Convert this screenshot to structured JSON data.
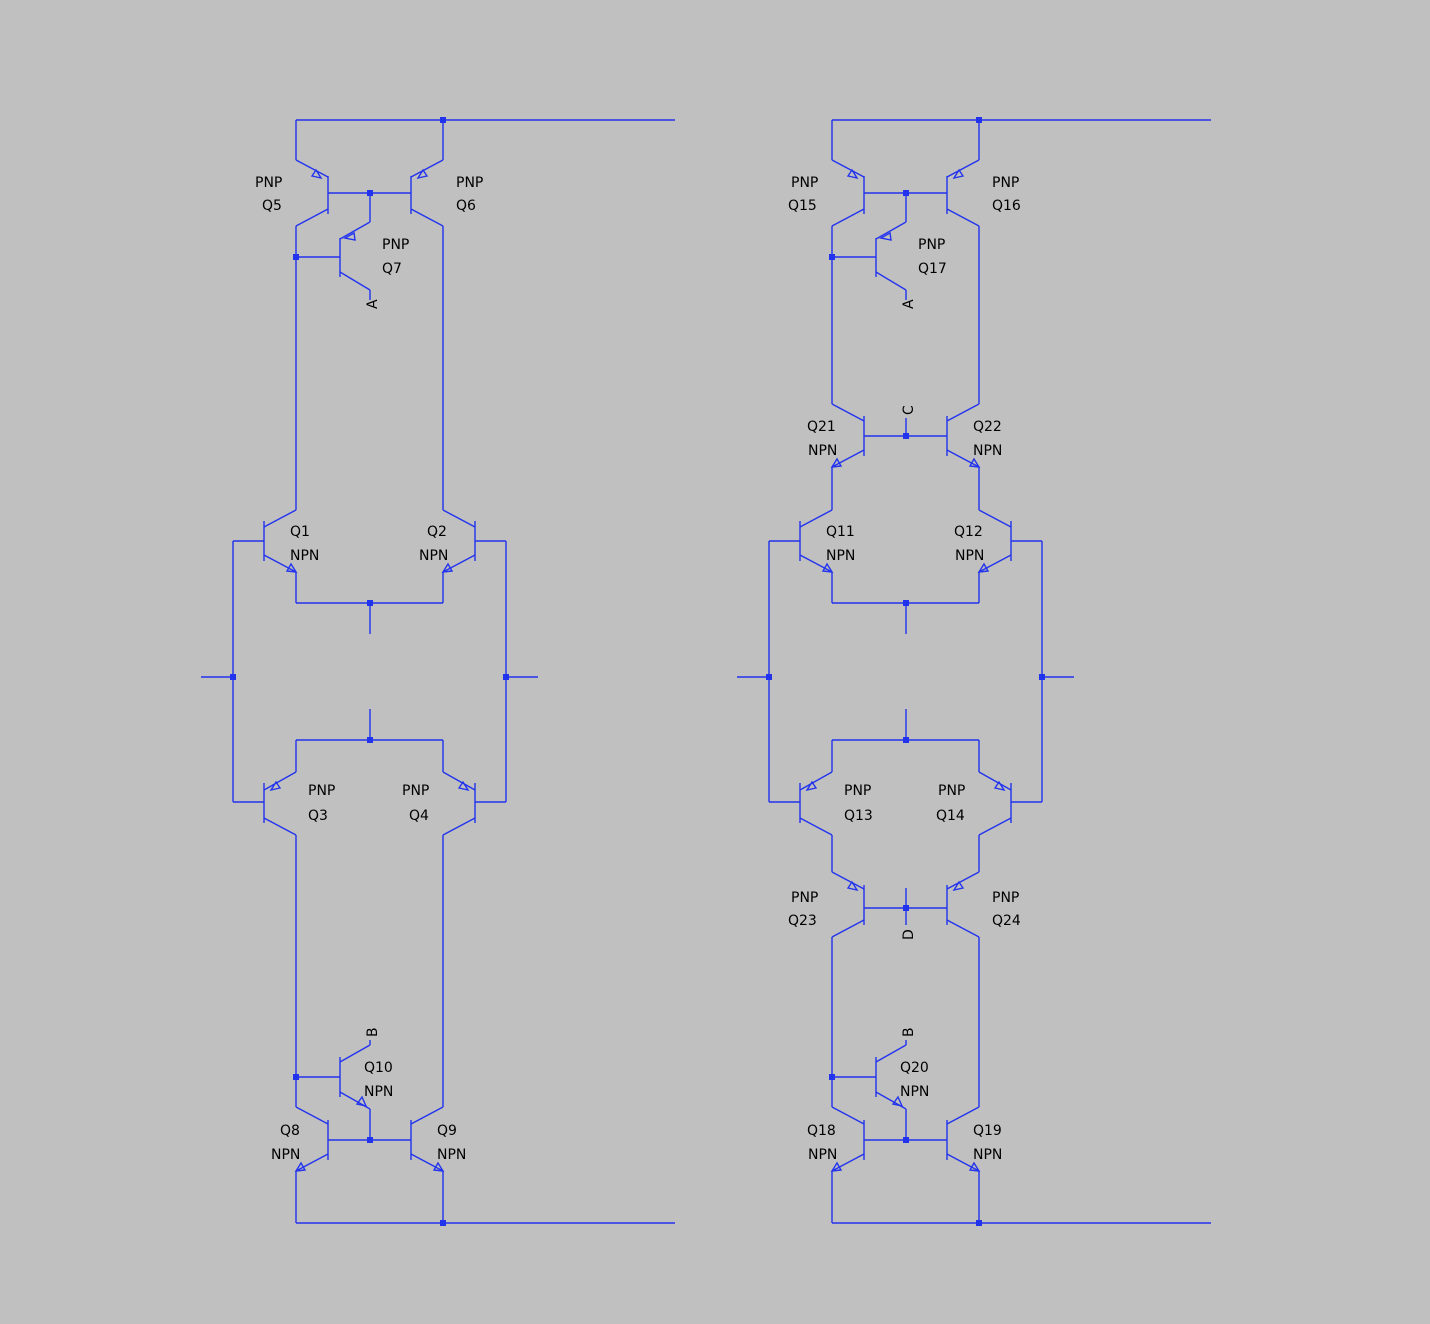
{
  "colors": {
    "background": "#c0c0c0",
    "wire": "#2233ee",
    "text": "#000000"
  },
  "left_circuit": {
    "Q5": {
      "name": "Q5",
      "type": "PNP"
    },
    "Q6": {
      "name": "Q6",
      "type": "PNP"
    },
    "Q7": {
      "name": "Q7",
      "type": "PNP"
    },
    "Q1": {
      "name": "Q1",
      "type": "NPN"
    },
    "Q2": {
      "name": "Q2",
      "type": "NPN"
    },
    "Q3": {
      "name": "Q3",
      "type": "PNP"
    },
    "Q4": {
      "name": "Q4",
      "type": "PNP"
    },
    "Q10": {
      "name": "Q10",
      "type": "NPN"
    },
    "Q8": {
      "name": "Q8",
      "type": "NPN"
    },
    "Q9": {
      "name": "Q9",
      "type": "NPN"
    },
    "nets": {
      "A": "A",
      "B": "B"
    }
  },
  "right_circuit": {
    "Q15": {
      "name": "Q15",
      "type": "PNP"
    },
    "Q16": {
      "name": "Q16",
      "type": "PNP"
    },
    "Q17": {
      "name": "Q17",
      "type": "PNP"
    },
    "Q21": {
      "name": "Q21",
      "type": "NPN"
    },
    "Q22": {
      "name": "Q22",
      "type": "NPN"
    },
    "Q11": {
      "name": "Q11",
      "type": "NPN"
    },
    "Q12": {
      "name": "Q12",
      "type": "NPN"
    },
    "Q13": {
      "name": "Q13",
      "type": "PNP"
    },
    "Q14": {
      "name": "Q14",
      "type": "PNP"
    },
    "Q23": {
      "name": "Q23",
      "type": "PNP"
    },
    "Q24": {
      "name": "Q24",
      "type": "PNP"
    },
    "Q20": {
      "name": "Q20",
      "type": "NPN"
    },
    "Q18": {
      "name": "Q18",
      "type": "NPN"
    },
    "Q19": {
      "name": "Q19",
      "type": "NPN"
    },
    "nets": {
      "A": "A",
      "B": "B",
      "C": "C",
      "D": "D"
    }
  }
}
